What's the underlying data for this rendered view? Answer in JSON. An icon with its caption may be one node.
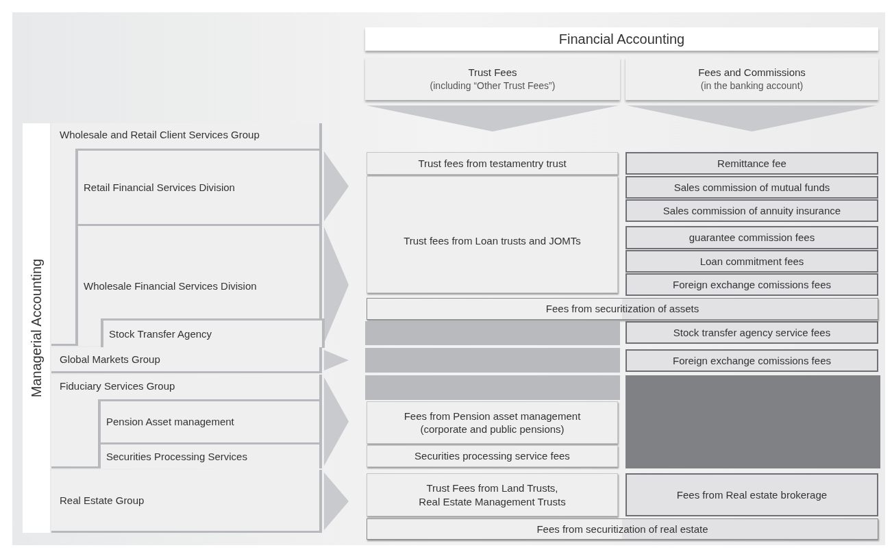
{
  "diagram": {
    "nodes": [
      {
        "text": [
          "Managerial Accounting"
        ]
      },
      {
        "text": [
          "Wholesale and Retail Client Services Group"
        ]
      },
      {
        "text": [
          "Retail Financial Services Division"
        ],
        "in": 1
      },
      {
        "text": [
          "Wholesale Financial Services Division"
        ],
        "in": 1
      },
      {
        "text": [
          "Stock Transfer Agency"
        ],
        "in": 3
      },
      {
        "text": [
          "Global Markets Group"
        ]
      },
      {
        "text": [
          "Fiduciary Services Group"
        ]
      },
      {
        "text": [
          "Pension Asset management"
        ],
        "in": 6
      },
      {
        "text": [
          "Securities Processing Services"
        ],
        "in": 6
      },
      {
        "text": [
          "Real Estate Group"
        ]
      },
      {
        "text": [
          "Financial Accounting"
        ]
      },
      {
        "text": [
          "Trust Fees",
          "(including “Other Trust Fees”)"
        ]
      },
      {
        "text": [
          "Fees and Commissions",
          "(in the banking account)"
        ]
      },
      {
        "text": [
          "Trust fees from testamentry trust"
        ]
      },
      {
        "text": [
          "Trust fees from Loan trusts and JOMTs"
        ]
      },
      {
        "text": [
          "Remittance fee"
        ]
      },
      {
        "text": [
          "Sales commission of mutual funds"
        ]
      },
      {
        "text": [
          "Sales commission of annuity insurance"
        ]
      },
      {
        "text": [
          "guarantee commission fees"
        ]
      },
      {
        "text": [
          "Loan commitment fees"
        ]
      },
      {
        "text": [
          "Foreign exchange comissions fees"
        ]
      },
      {
        "text": [
          "Fees from securitization of assets"
        ]
      },
      {
        "text": [],
        "shape": "bar"
      },
      {
        "text": [
          "Stock transfer agency service fees"
        ]
      },
      {
        "text": [],
        "shape": "bar"
      },
      {
        "text": [
          "Foreign exchange comissions fees"
        ]
      },
      {
        "text": [],
        "shape": "bar"
      },
      {
        "text": [],
        "shape": "box"
      },
      {
        "text": [
          "Fees from Pension asset management (corporate and public pensions)"
        ]
      },
      {
        "text": [
          "Securities processing service fees"
        ]
      },
      {
        "text": [
          "Trust Fees from Land Trusts, Real Estate Management Trusts"
        ]
      },
      {
        "text": [
          "Fees from Real estate brokerage"
        ]
      },
      {
        "text": [
          "Fees from securitization of real estate"
        ]
      }
    ],
    "edges": [
      {
        "from": 11,
        "to": null,
        "arrow": "to"
      },
      {
        "from": 12,
        "to": null,
        "arrow": "to"
      },
      {
        "from": 2,
        "to": null,
        "arrow": "to"
      },
      {
        "from": 3,
        "to": null,
        "arrow": "to"
      },
      {
        "from": 5,
        "to": null,
        "arrow": "to"
      },
      {
        "from": 6,
        "to": null,
        "arrow": "to"
      },
      {
        "from": 9,
        "to": null,
        "arrow": "to"
      }
    ]
  }
}
